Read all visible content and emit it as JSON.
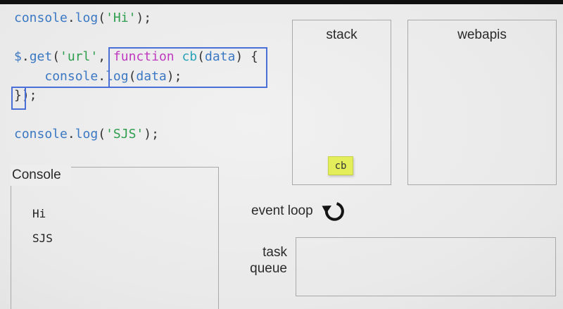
{
  "code": {
    "lines": [
      {
        "tokens": [
          {
            "t": "console",
            "c": "blue"
          },
          {
            "t": ".",
            "c": "plain"
          },
          {
            "t": "log",
            "c": "blue"
          },
          {
            "t": "(",
            "c": "plain"
          },
          {
            "t": "'Hi'",
            "c": "green"
          },
          {
            "t": ");",
            "c": "plain"
          }
        ]
      },
      {
        "tokens": []
      },
      {
        "tokens": [
          {
            "t": "$",
            "c": "blue"
          },
          {
            "t": ".",
            "c": "plain"
          },
          {
            "t": "get",
            "c": "blue"
          },
          {
            "t": "(",
            "c": "plain"
          },
          {
            "t": "'url'",
            "c": "green"
          },
          {
            "t": ", ",
            "c": "plain"
          },
          {
            "t": "function",
            "c": "magenta"
          },
          {
            "t": " ",
            "c": "plain"
          },
          {
            "t": "cb",
            "c": "cyan"
          },
          {
            "t": "(",
            "c": "plain"
          },
          {
            "t": "data",
            "c": "blue"
          },
          {
            "t": ") {",
            "c": "plain"
          }
        ]
      },
      {
        "tokens": [
          {
            "t": "    ",
            "c": "plain"
          },
          {
            "t": "console",
            "c": "blue"
          },
          {
            "t": ".",
            "c": "plain"
          },
          {
            "t": "log",
            "c": "blue"
          },
          {
            "t": "(",
            "c": "plain"
          },
          {
            "t": "data",
            "c": "blue"
          },
          {
            "t": ");",
            "c": "plain"
          }
        ]
      },
      {
        "tokens": [
          {
            "t": "});",
            "c": "plain"
          }
        ]
      },
      {
        "tokens": []
      },
      {
        "tokens": [
          {
            "t": "console",
            "c": "blue"
          },
          {
            "t": ".",
            "c": "plain"
          },
          {
            "t": "log",
            "c": "blue"
          },
          {
            "t": "(",
            "c": "plain"
          },
          {
            "t": "'SJS'",
            "c": "green"
          },
          {
            "t": ");",
            "c": "plain"
          }
        ]
      }
    ]
  },
  "stack": {
    "label": "stack",
    "items": [
      {
        "label": "cb"
      }
    ]
  },
  "webapis": {
    "label": "webapis"
  },
  "console_panel": {
    "label": "Console",
    "entries": [
      "Hi",
      "SJS"
    ]
  },
  "event_loop": {
    "label": "event loop",
    "icon": "clockwise-circular-arrow"
  },
  "task_queue": {
    "label_top": "task",
    "label_bottom": "queue"
  },
  "colors": {
    "code_blue": "#3b78c3",
    "code_green": "#2f9e4f",
    "code_magenta": "#bf3abf",
    "code_cyan": "#2aa3b9",
    "code_plain": "#333333",
    "highlight_border": "#4a6fd6",
    "note_yellow": "#e4ee5a",
    "box_border": "#a9a9a9"
  }
}
